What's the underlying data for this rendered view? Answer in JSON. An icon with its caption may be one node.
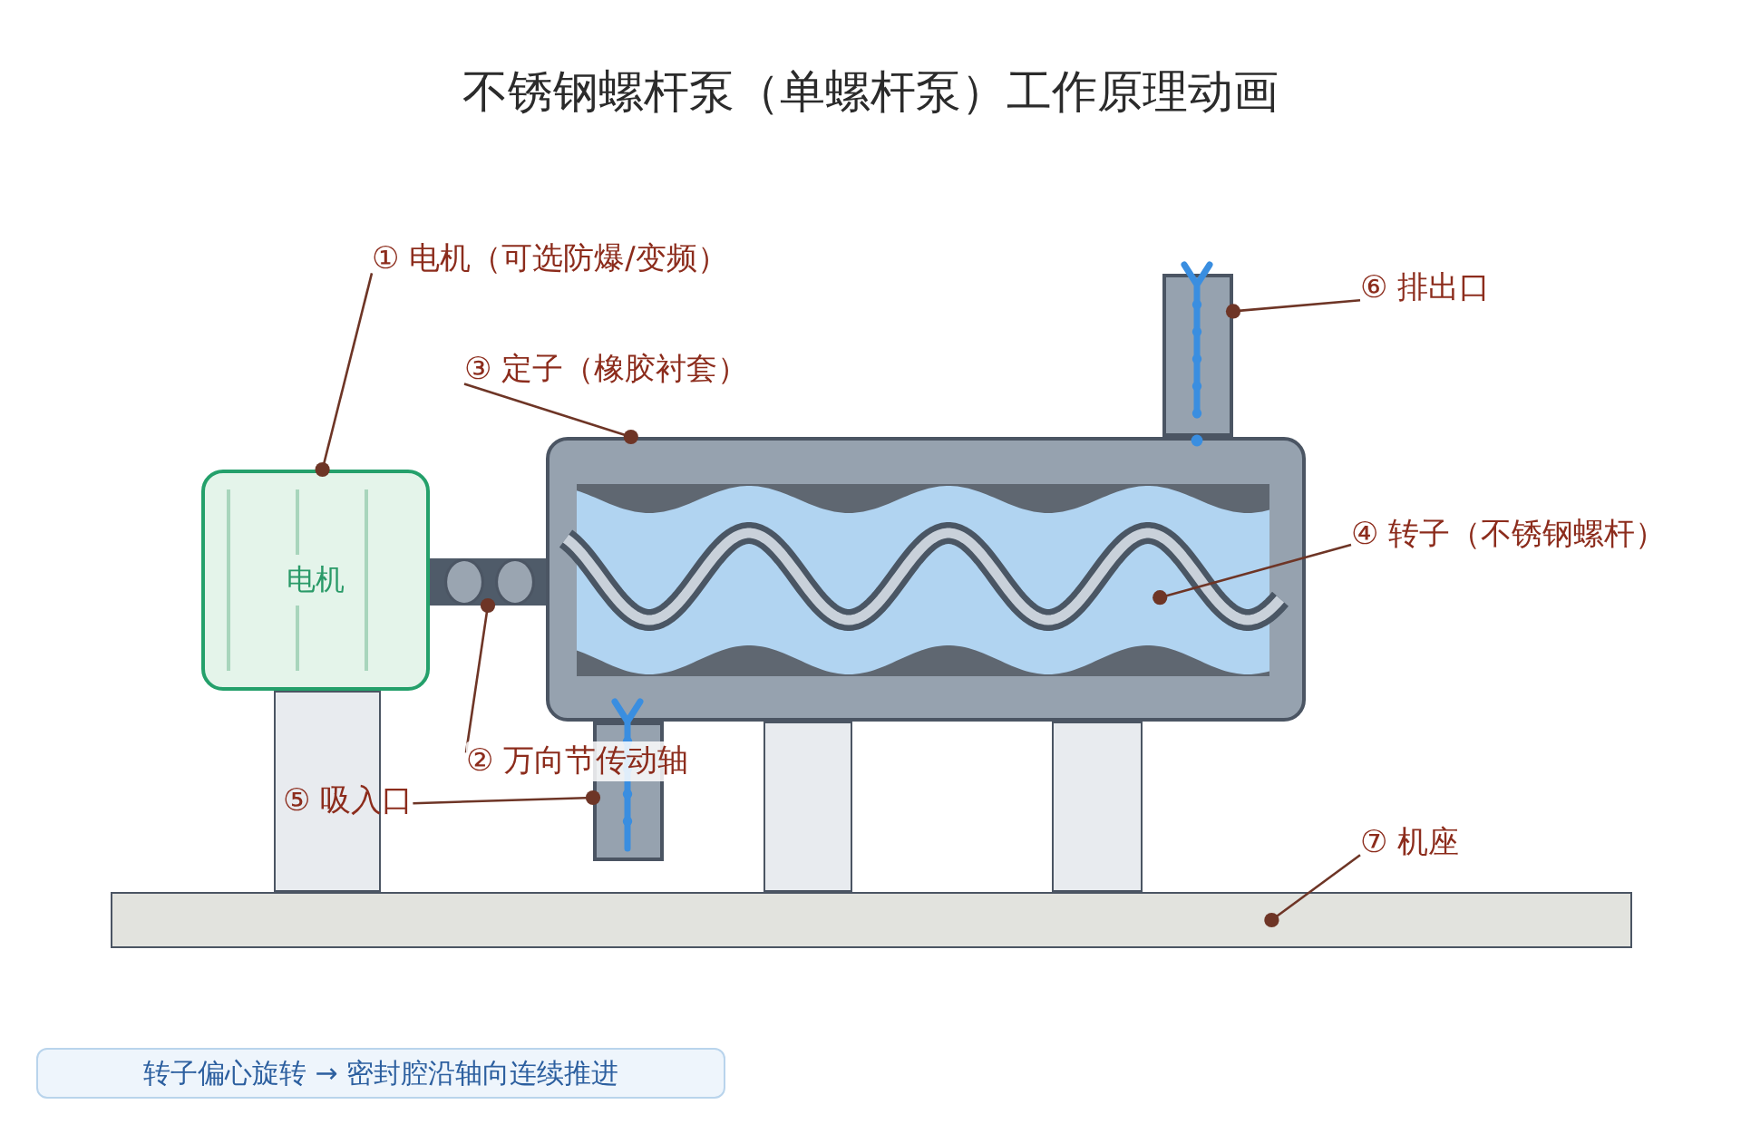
{
  "diagram": {
    "title": "不锈钢螺杆泵（单螺杆泵）工作原理动画",
    "nodes": [
      {
        "text": [
          "电机"
        ]
      },
      {
        "text": [],
        "shape": "box"
      },
      {
        "text": [],
        "shape": "picture",
        "in": 1
      },
      {
        "text": [],
        "shape": "bar"
      },
      {
        "text": [],
        "shape": "box"
      },
      {
        "text": [],
        "shape": "box"
      },
      {
        "text": [],
        "shape": "box"
      },
      {
        "text": [],
        "shape": "box"
      },
      {
        "text": [],
        "shape": "box"
      },
      {
        "text": [],
        "shape": "bar"
      },
      {
        "text": [
          "① 电机（可选防爆/变频）"
        ]
      },
      {
        "text": [
          "② 万向节传动轴"
        ]
      },
      {
        "text": [
          "③ 定子（橡胶衬套）"
        ]
      },
      {
        "text": [
          "④ 转子（不锈钢螺杆）"
        ]
      },
      {
        "text": [
          "⑤ 吸入口"
        ]
      },
      {
        "text": [
          "⑥ 排出口"
        ]
      },
      {
        "text": [
          "⑦ 机座"
        ]
      },
      {
        "text": [
          "转子偏心旋转 → 密封腔沿轴向连续推进"
        ]
      }
    ],
    "edges": [
      {
        "from": 10,
        "to": 0,
        "arrow": "other"
      },
      {
        "from": 11,
        "to": 3,
        "arrow": "other"
      },
      {
        "from": 12,
        "to": 1,
        "arrow": "other"
      },
      {
        "from": 13,
        "to": 2,
        "arrow": "other"
      },
      {
        "from": 14,
        "to": 4,
        "arrow": "other"
      },
      {
        "from": 15,
        "to": 5,
        "arrow": "other"
      },
      {
        "from": 16,
        "to": 9,
        "arrow": "other"
      }
    ]
  }
}
